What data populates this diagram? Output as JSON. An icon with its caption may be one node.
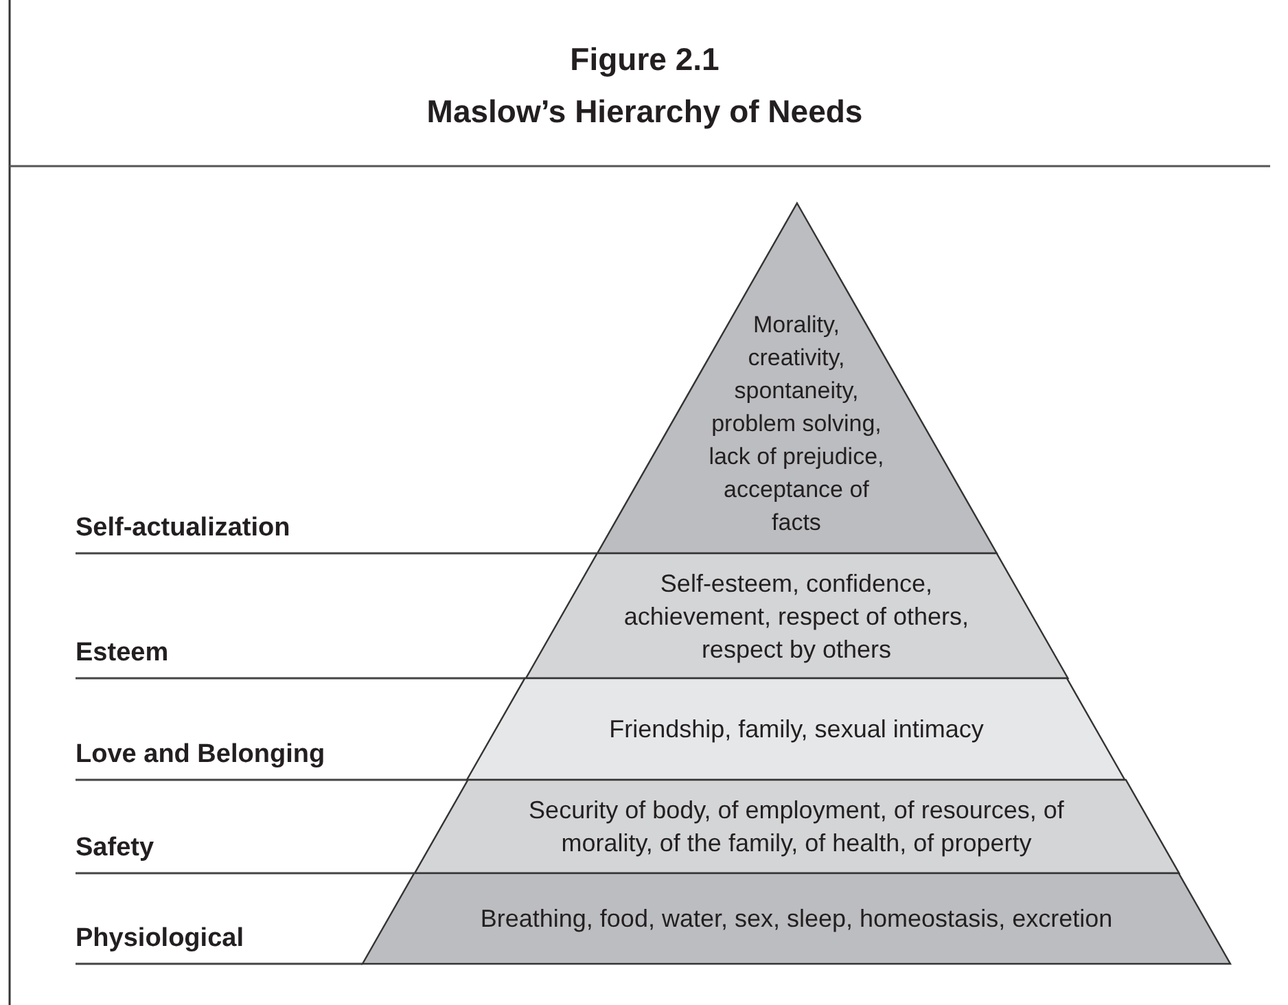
{
  "diagram": {
    "title": "Maslow’s Hierarchy of Needs",
    "nodes": [
      {
        "text": [
          "Morality, creativity, spontaneity, problem solving, lack of prejudice, acceptance of facts"
        ]
      },
      {
        "text": [
          "Self-esteem, confidence, achievement, respect of others, respect by others"
        ]
      },
      {
        "text": [
          "Friendship, family, sexual intimacy"
        ]
      },
      {
        "text": [
          "Security of body, of employment, of resources, of morality, of the family, of health, of property"
        ]
      },
      {
        "text": [
          "Breathing, food, water, sex, sleep, homeostasis, excretion"
        ]
      }
    ],
    "labels": [
      "Figure 2.1",
      "Self-actualization",
      "Esteem",
      "Love and Belonging",
      "Safety",
      "Physiological"
    ]
  }
}
